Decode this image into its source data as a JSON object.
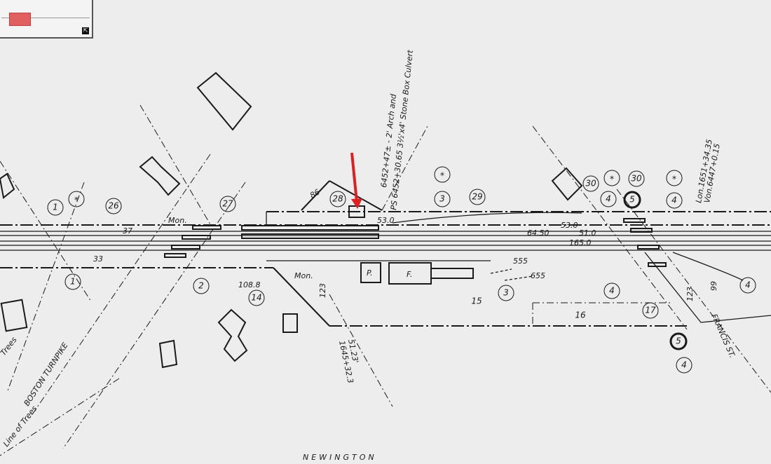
{
  "map": {
    "town_label": "NEWINGTON",
    "street_labels": [
      "BOSTON TURNPIKE",
      "FRANCIS ST.",
      "Line of Trees",
      "Trees"
    ],
    "annotations": {
      "culvert_line1": "6452+47± - 2' Arch and",
      "culvert_line2": "PS 6452+30.65  3½'x4' Stone Box Culvert",
      "station_right1": "Lon.1651+34.35",
      "station_right2": "Von.6447+0.15",
      "station_bottom1": "51.23'",
      "station_bottom2": "1645+32.3"
    },
    "dimensions": [
      "37",
      "33",
      "Mon.",
      "86",
      "53.0",
      "64.50",
      "51.0",
      "165.0",
      "53.0",
      "555",
      "655",
      "108.8",
      "Mon.",
      "123",
      "99",
      "123"
    ],
    "parcels": [
      "1",
      "26",
      "27",
      "28",
      "3",
      "29",
      "30",
      "4",
      "5",
      "30",
      "4",
      "1",
      "2",
      "14",
      "15",
      "3",
      "4",
      "16",
      "17",
      "5",
      "4",
      "4"
    ],
    "asterisk_markers": [
      "*",
      "*",
      "*",
      "*"
    ],
    "building_labels": [
      "P.",
      "F."
    ],
    "pointer_color": "#e02020"
  },
  "minimap": {
    "expand_label": "⇱"
  }
}
